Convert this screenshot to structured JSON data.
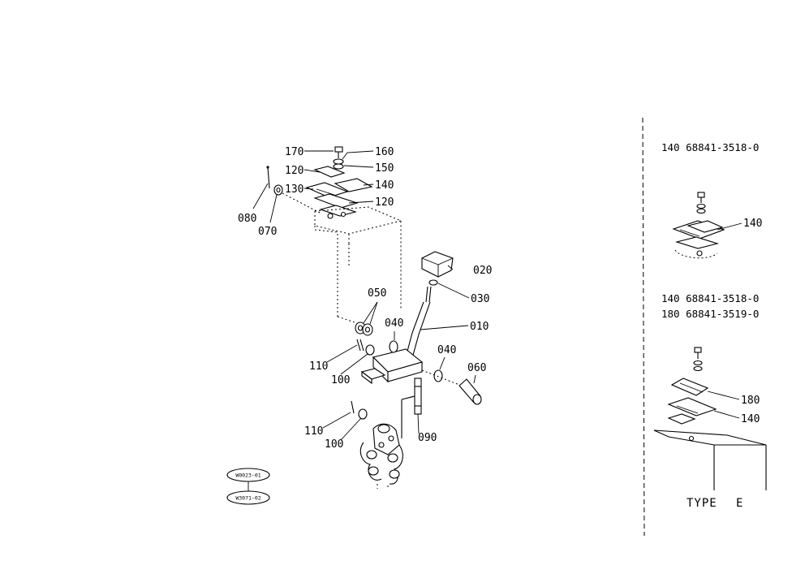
{
  "callouts": {
    "p170": "170",
    "p160": "160",
    "p150": "150",
    "p120a": "120",
    "p140": "140",
    "p130": "130",
    "p120b": "120",
    "p080": "080",
    "p070": "070",
    "p020": "020",
    "p030": "030",
    "p050": "050",
    "p040a": "040",
    "p010": "010",
    "p110a": "110",
    "p100a": "100",
    "p040b": "040",
    "p060": "060",
    "p110b": "110",
    "p100b": "100",
    "p090": "090"
  },
  "side_panel": {
    "note1": "140   68841-3518-0",
    "callout_140a": "140",
    "note2": "140   68841-3518-0",
    "note3": "180   68841-3519-0",
    "callout_180": "180",
    "callout_140b": "140",
    "type_label": "TYPE",
    "type_value": "E"
  },
  "stamps": {
    "stamp1": "W0023-01",
    "stamp2": "W3071-02"
  }
}
